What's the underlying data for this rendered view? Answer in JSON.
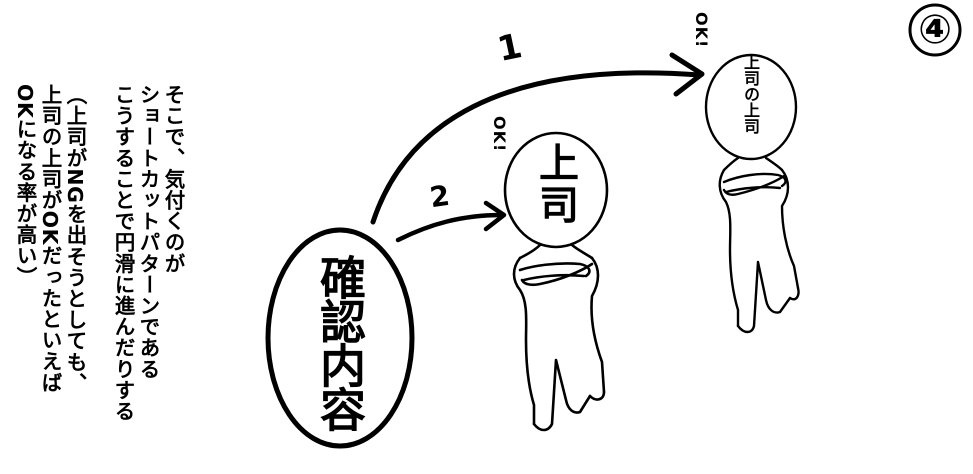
{
  "panel_number": "④",
  "narration": {
    "line1": "そこで、気付くのが",
    "line2": "ショートカットパターンである",
    "line3": "こうすることで円滑に進んだりする",
    "line4": "（上司がNGを出そうとしても、",
    "line5": "上司の上司がOKだったといえば",
    "line6": "OKになる率が高い）"
  },
  "bubble_text": "確認内容",
  "boss": {
    "label": "上司",
    "reply": "OK!"
  },
  "boss_of_boss": {
    "label": "上司の上司",
    "reply": "OK!"
  },
  "arrows": {
    "route1": "1",
    "route2": "2"
  }
}
